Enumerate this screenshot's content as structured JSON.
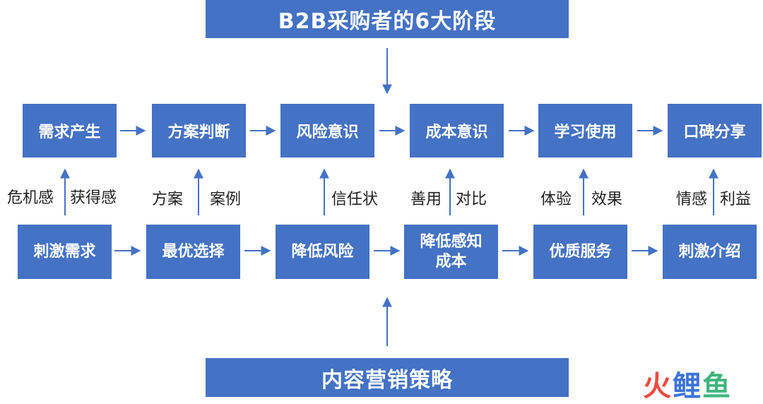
{
  "title": "B2B采购者的6大阶段",
  "footer": "内容营销策略",
  "stages": [
    "需求产生",
    "方案判断",
    "风险意识",
    "成本意识",
    "学习使用",
    "口碑分享"
  ],
  "strategies": [
    "刺激需求",
    "最优选择",
    "降低风险",
    "降低感知\n成本",
    "优质服务",
    "刺激介绍"
  ],
  "labels": {
    "s1_left": "危机感",
    "s1_right": "获得感",
    "s2_left": "方案",
    "s2_right": "案例",
    "s3_right": "信任状",
    "s4_left": "善用",
    "s4_right": "对比",
    "s5_left": "体验",
    "s5_right": "效果",
    "s6_left": "情感",
    "s6_right": "利益"
  },
  "logo": [
    "火",
    "鲤",
    "鱼"
  ],
  "colors": {
    "box": "#4472c4",
    "arrow": "#4472c4",
    "text": "#222222"
  }
}
